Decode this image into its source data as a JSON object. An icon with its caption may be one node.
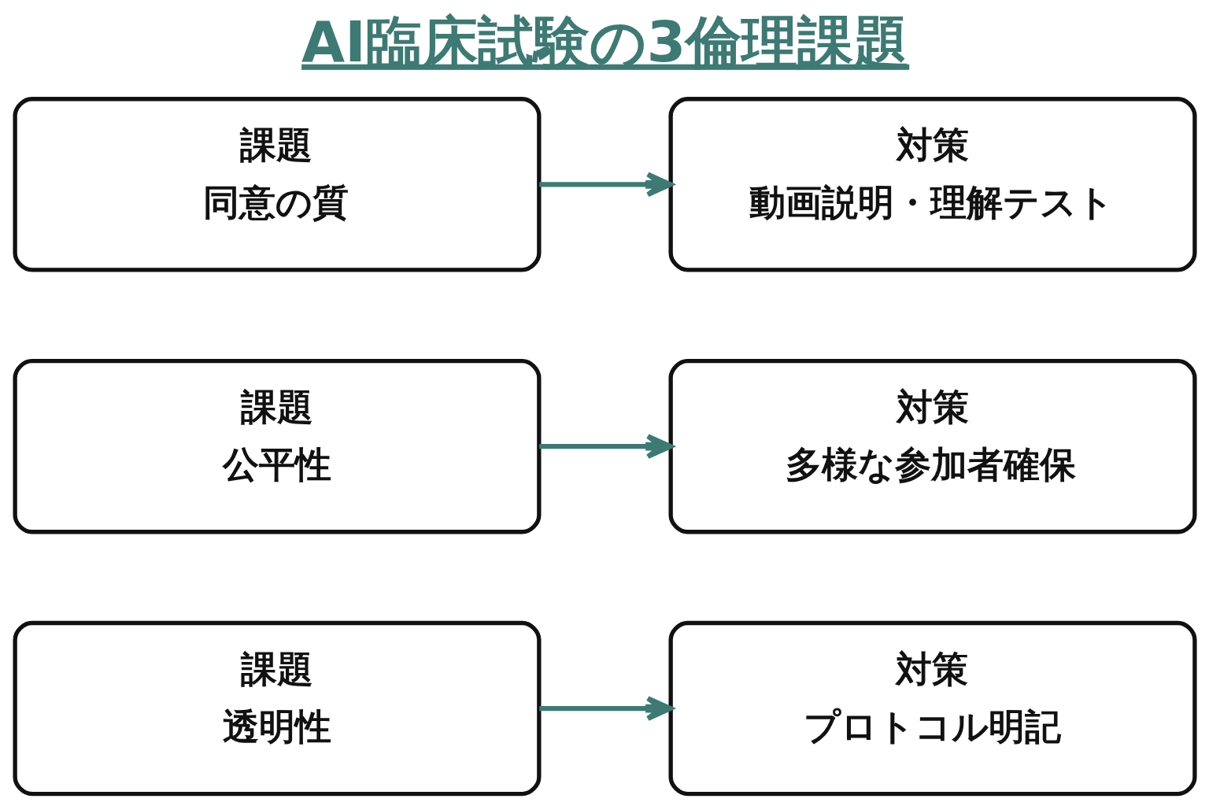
{
  "diagram": {
    "title": "AI臨床試験の3倫理課題",
    "nodes": [
      {
        "text": [
          "課題",
          "同意の質"
        ]
      },
      {
        "text": [
          "対策",
          "動画説明・理解テスト"
        ]
      },
      {
        "text": [
          "課題",
          "公平性"
        ]
      },
      {
        "text": [
          "対策",
          "多様な参加者確保"
        ]
      },
      {
        "text": [
          "課題",
          "透明性"
        ]
      },
      {
        "text": [
          "対策",
          "プロトコル明記"
        ]
      }
    ],
    "edges": [
      {
        "from": 0,
        "to": 1,
        "arrow": "to"
      },
      {
        "from": 2,
        "to": 3,
        "arrow": "to"
      },
      {
        "from": 4,
        "to": 5,
        "arrow": "to"
      }
    ]
  }
}
